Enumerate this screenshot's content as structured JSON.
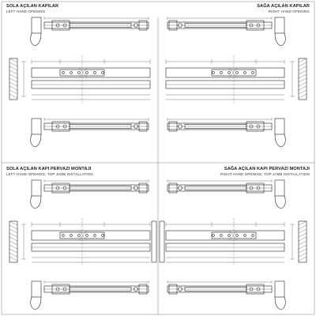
{
  "quadrants": [
    {
      "title": "SOLA AÇILAN KAPILAR",
      "subtitle": "LEFT HAND OPENING"
    },
    {
      "title": "SAĞA AÇILAN KAPILAR",
      "subtitle": "RIGHT HAND OPENING"
    },
    {
      "title": "SOLA AÇILAN KAPI PERVAZI MONTAJI",
      "subtitle": "LEFT HAND OPENING, TOP JAMB INSTALLATION"
    },
    {
      "title": "SAĞA AÇILAN KAPI PERVAZI MONTAJI",
      "subtitle": "RIGHT HAND OPENING, TOP JAMB INSTALLATION"
    }
  ]
}
